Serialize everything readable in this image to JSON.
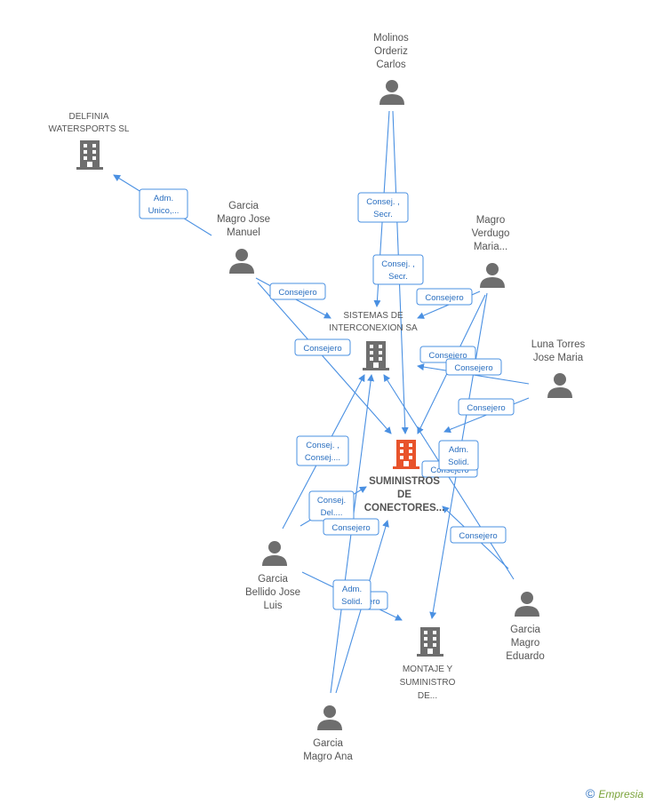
{
  "colors": {
    "edge": "#4a90e2",
    "person_icon": "#6e6e6e",
    "company_icon": "#6e6e6e",
    "focus_company_icon": "#e8532b"
  },
  "nodes": [
    {
      "id": "molinos",
      "kind": "person",
      "icon": "person-icon",
      "lines": [
        "Molinos",
        "Orderiz",
        "Carlos"
      ]
    },
    {
      "id": "delfinia",
      "kind": "company",
      "icon": "building-icon",
      "lines": [
        "DELFINIA",
        "WATERSPORTS SL"
      ]
    },
    {
      "id": "garcia_jose_manuel",
      "kind": "person",
      "icon": "person-icon",
      "lines": [
        "Garcia",
        "Magro Jose",
        "Manuel"
      ]
    },
    {
      "id": "magro_verdugo",
      "kind": "person",
      "icon": "person-icon",
      "lines": [
        "Magro",
        "Verdugo",
        "Maria..."
      ]
    },
    {
      "id": "sistemas",
      "kind": "company",
      "icon": "building-icon",
      "lines": [
        "SISTEMAS DE",
        "INTERCONEXION SA"
      ]
    },
    {
      "id": "luna_torres",
      "kind": "person",
      "icon": "person-icon",
      "lines": [
        "Luna Torres",
        "Jose Maria"
      ]
    },
    {
      "id": "suministros",
      "kind": "focus-company",
      "icon": "building-icon",
      "lines": [
        "SUMINISTROS",
        "DE",
        "CONECTORES..."
      ]
    },
    {
      "id": "garcia_bellido",
      "kind": "person",
      "icon": "person-icon",
      "lines": [
        "Garcia",
        "Bellido Jose",
        "Luis"
      ]
    },
    {
      "id": "garcia_eduardo",
      "kind": "person",
      "icon": "person-icon",
      "lines": [
        "Garcia",
        "Magro",
        "Eduardo"
      ]
    },
    {
      "id": "montaje",
      "kind": "company",
      "icon": "building-icon",
      "lines": [
        "MONTAJE Y",
        "SUMINISTRO",
        "DE..."
      ]
    },
    {
      "id": "garcia_ana",
      "kind": "person",
      "icon": "person-icon",
      "lines": [
        "Garcia",
        "Magro Ana"
      ]
    }
  ],
  "edge_labels": [
    {
      "lines": [
        "Adm.",
        "Unico,..."
      ]
    },
    {
      "lines": [
        "Consej. ,",
        "Secr."
      ]
    },
    {
      "lines": [
        "Consej. ,",
        "Secr."
      ]
    },
    {
      "lines": [
        "Consejero"
      ]
    },
    {
      "lines": [
        "Consejero"
      ]
    },
    {
      "lines": [
        "Consejero"
      ]
    },
    {
      "lines": [
        "Consejero"
      ]
    },
    {
      "lines": [
        "Consejero"
      ]
    },
    {
      "lines": [
        "Consejero"
      ]
    },
    {
      "lines": [
        "Consej. ,",
        "Consej...."
      ]
    },
    {
      "lines": [
        "Adm.",
        "Solid."
      ]
    },
    {
      "lines": [
        "Consejero"
      ]
    },
    {
      "lines": [
        "Consej.",
        "Del...."
      ]
    },
    {
      "lines": [
        "Consejero"
      ]
    },
    {
      "lines": [
        "Consejero"
      ]
    },
    {
      "lines": [
        "Consejero"
      ]
    },
    {
      "lines": [
        "Adm.",
        "Solid."
      ]
    }
  ],
  "footer": {
    "copyright": "©",
    "brand": "Empresia"
  }
}
